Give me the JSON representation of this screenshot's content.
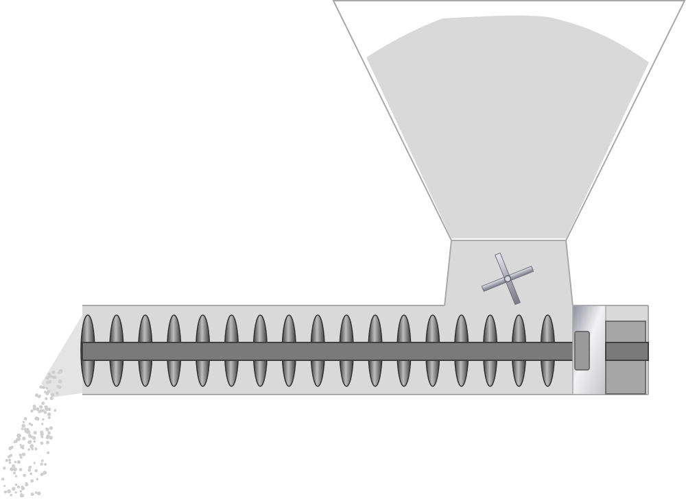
{
  "diagram": {
    "subject": "screw-feeder-with-hopper",
    "flight_count": 17,
    "agitator_arms": 4,
    "colors": {
      "background": "#ffffff",
      "outline": "#a8a8a8",
      "material": "#d9d9d9",
      "shaft": "#7a7a7a",
      "shaft_edge": "#3f3f3f",
      "flight_dark": "#4a4a4a",
      "flight_light": "#b8b8b8",
      "motor_body": "#a6a6a6",
      "powder": "#cfcfcf"
    },
    "icons": [
      "hopper",
      "agitator",
      "auger-flight",
      "drive-motor",
      "powder-discharge"
    ]
  }
}
